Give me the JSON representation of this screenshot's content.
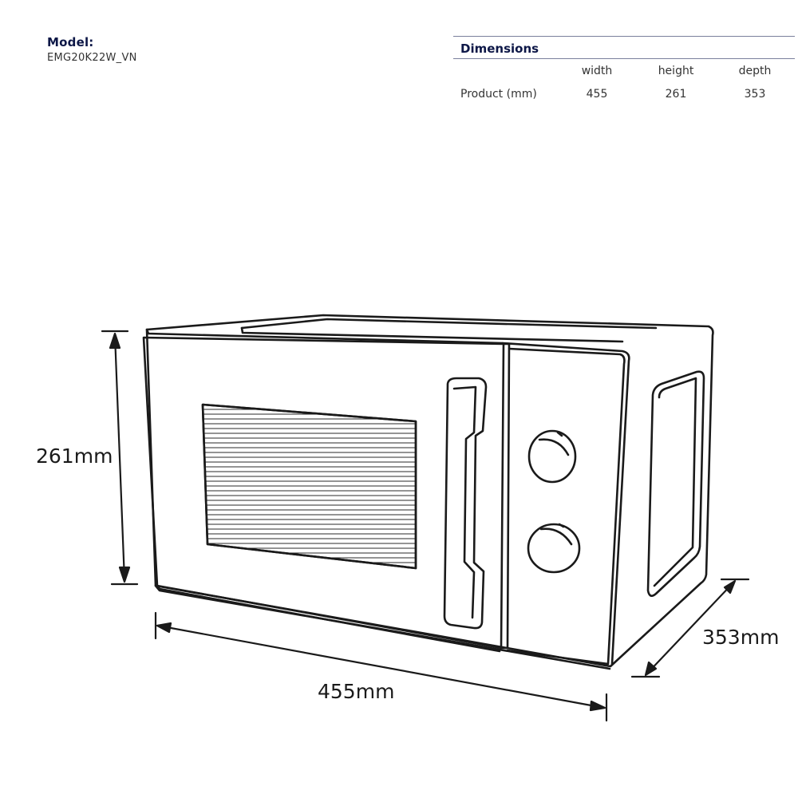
{
  "model": {
    "label": "Model:",
    "value": "EMG20K22W_VN"
  },
  "dimensions_table": {
    "title": "Dimensions",
    "columns": [
      "width",
      "height",
      "depth"
    ],
    "rows": [
      {
        "label": "Product (mm)",
        "values": [
          "455",
          "261",
          "353"
        ]
      }
    ]
  },
  "drawing": {
    "height_label": "261mm",
    "width_label": "455mm",
    "depth_label": "353mm"
  },
  "colors": {
    "heading": "#0d1747",
    "line": "#1a1a1a",
    "rule": "#7a7f9c"
  }
}
